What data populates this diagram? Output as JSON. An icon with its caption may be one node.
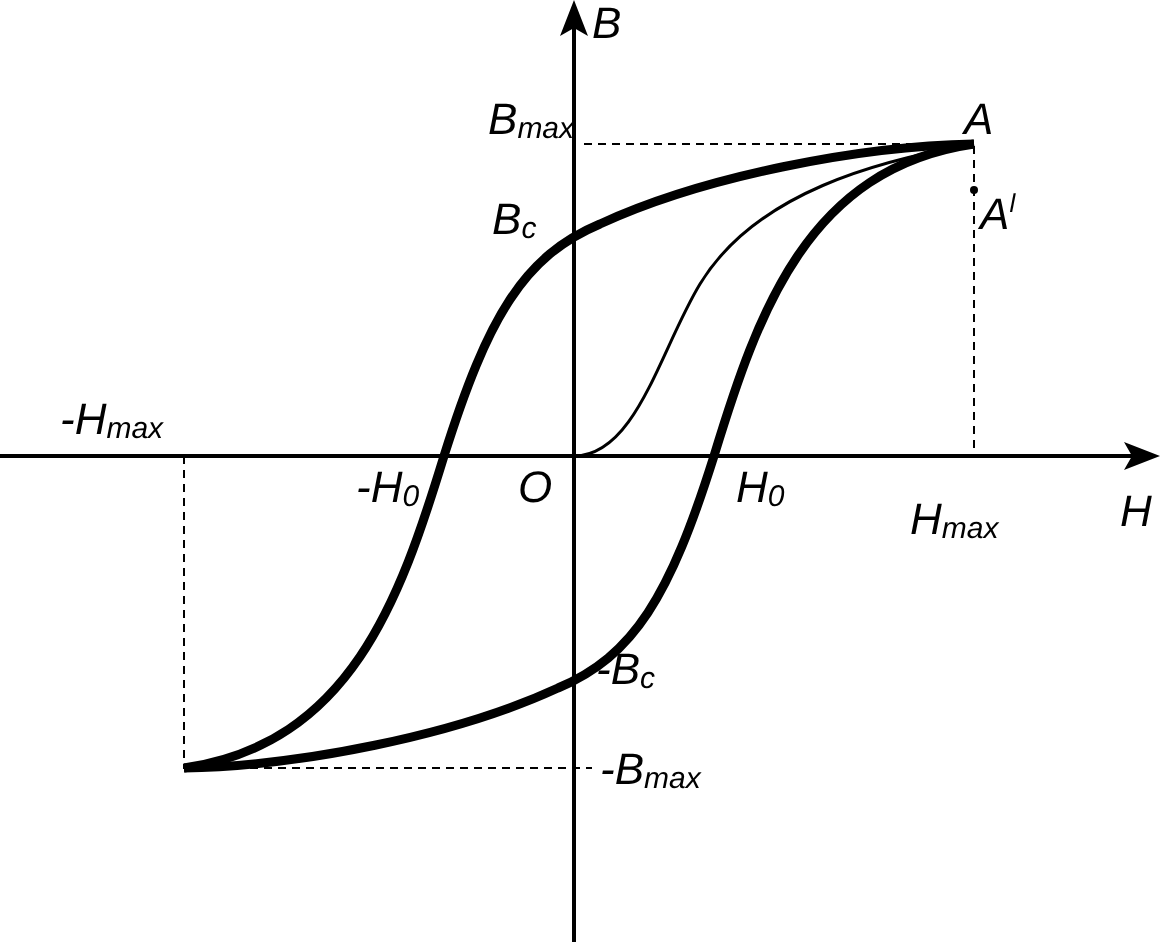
{
  "diagram": {
    "labels": [
      "B",
      "B$_{max}$",
      "A",
      "B$_{c}$",
      "A$^{l}$",
      "-H$_{max}$",
      "-H$_{0}$",
      "O",
      "H$_{0}$",
      "H$_{max}$",
      "H",
      "-B$_{c}$",
      "-B$_{max}$"
    ]
  }
}
